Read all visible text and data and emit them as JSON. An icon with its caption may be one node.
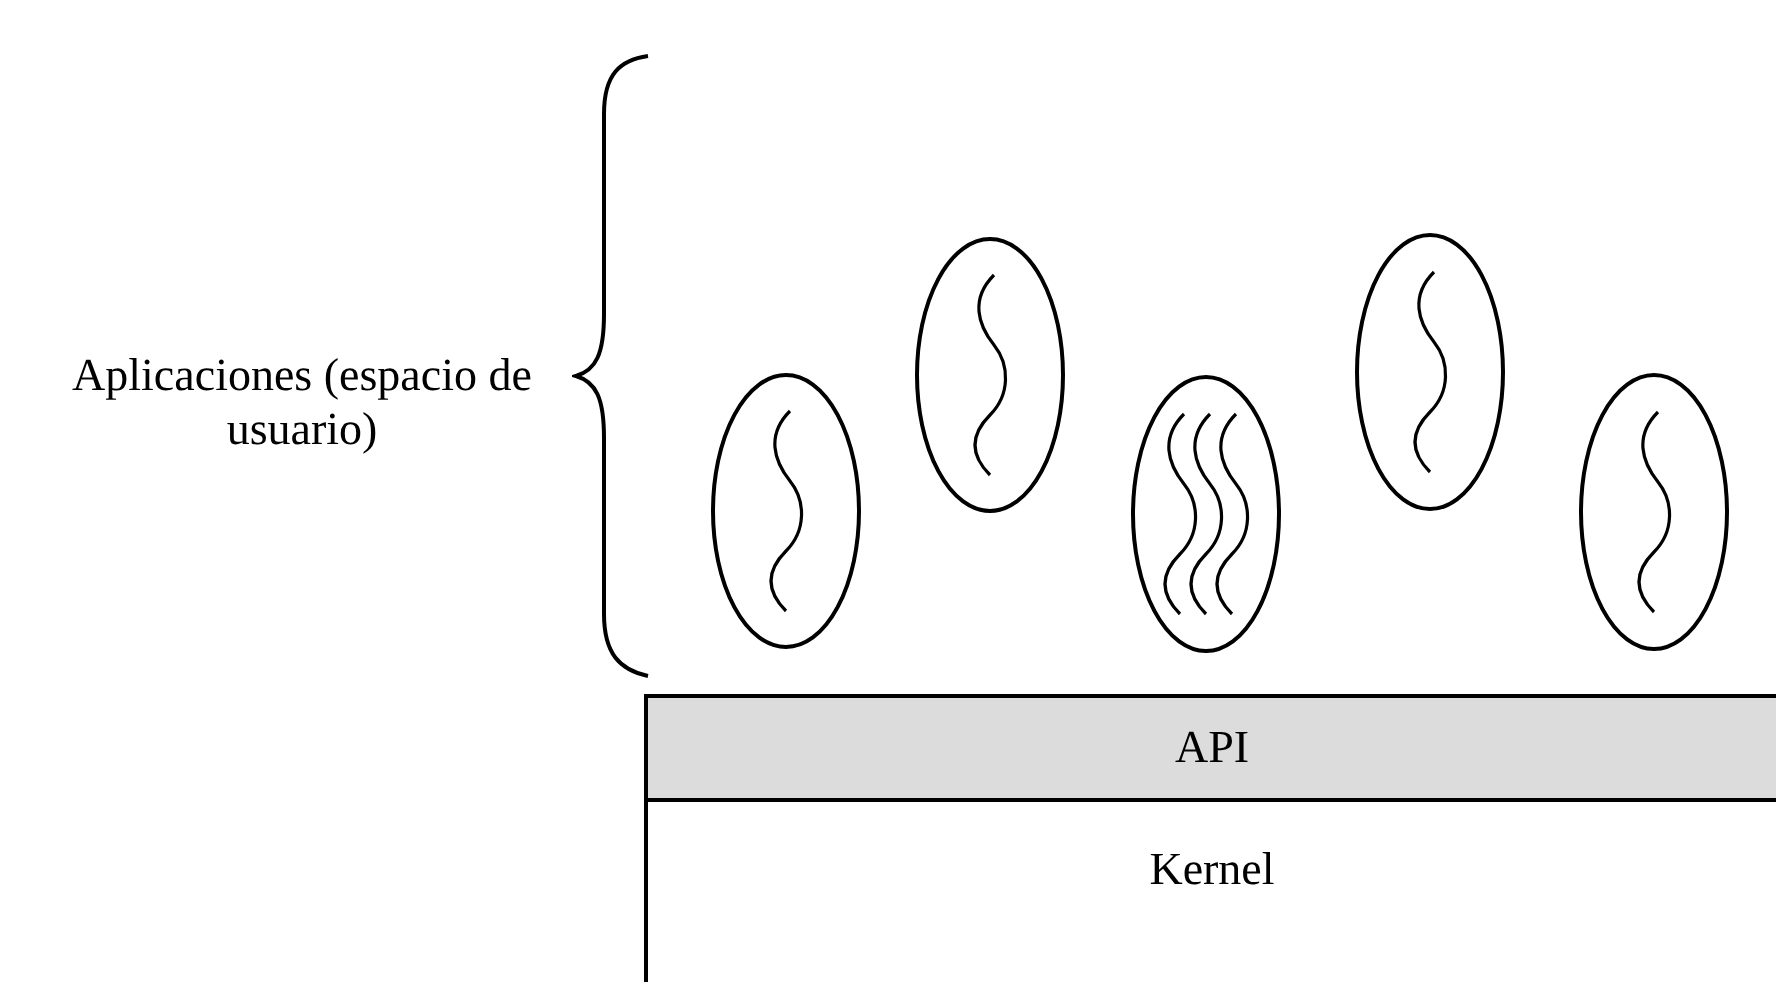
{
  "diagram": {
    "nodes": [
      {
        "text": [],
        "shape": "ellipse"
      },
      {
        "text": [],
        "shape": "ellipse"
      },
      {
        "text": [],
        "shape": "ellipse"
      },
      {
        "text": [],
        "shape": "ellipse"
      },
      {
        "text": [],
        "shape": "ellipse"
      },
      {
        "text": [
          "API"
        ]
      },
      {
        "text": [
          "Kernel"
        ]
      }
    ],
    "edges": [],
    "labels": [
      "Aplicaciones (espacio de usuario)"
    ]
  }
}
